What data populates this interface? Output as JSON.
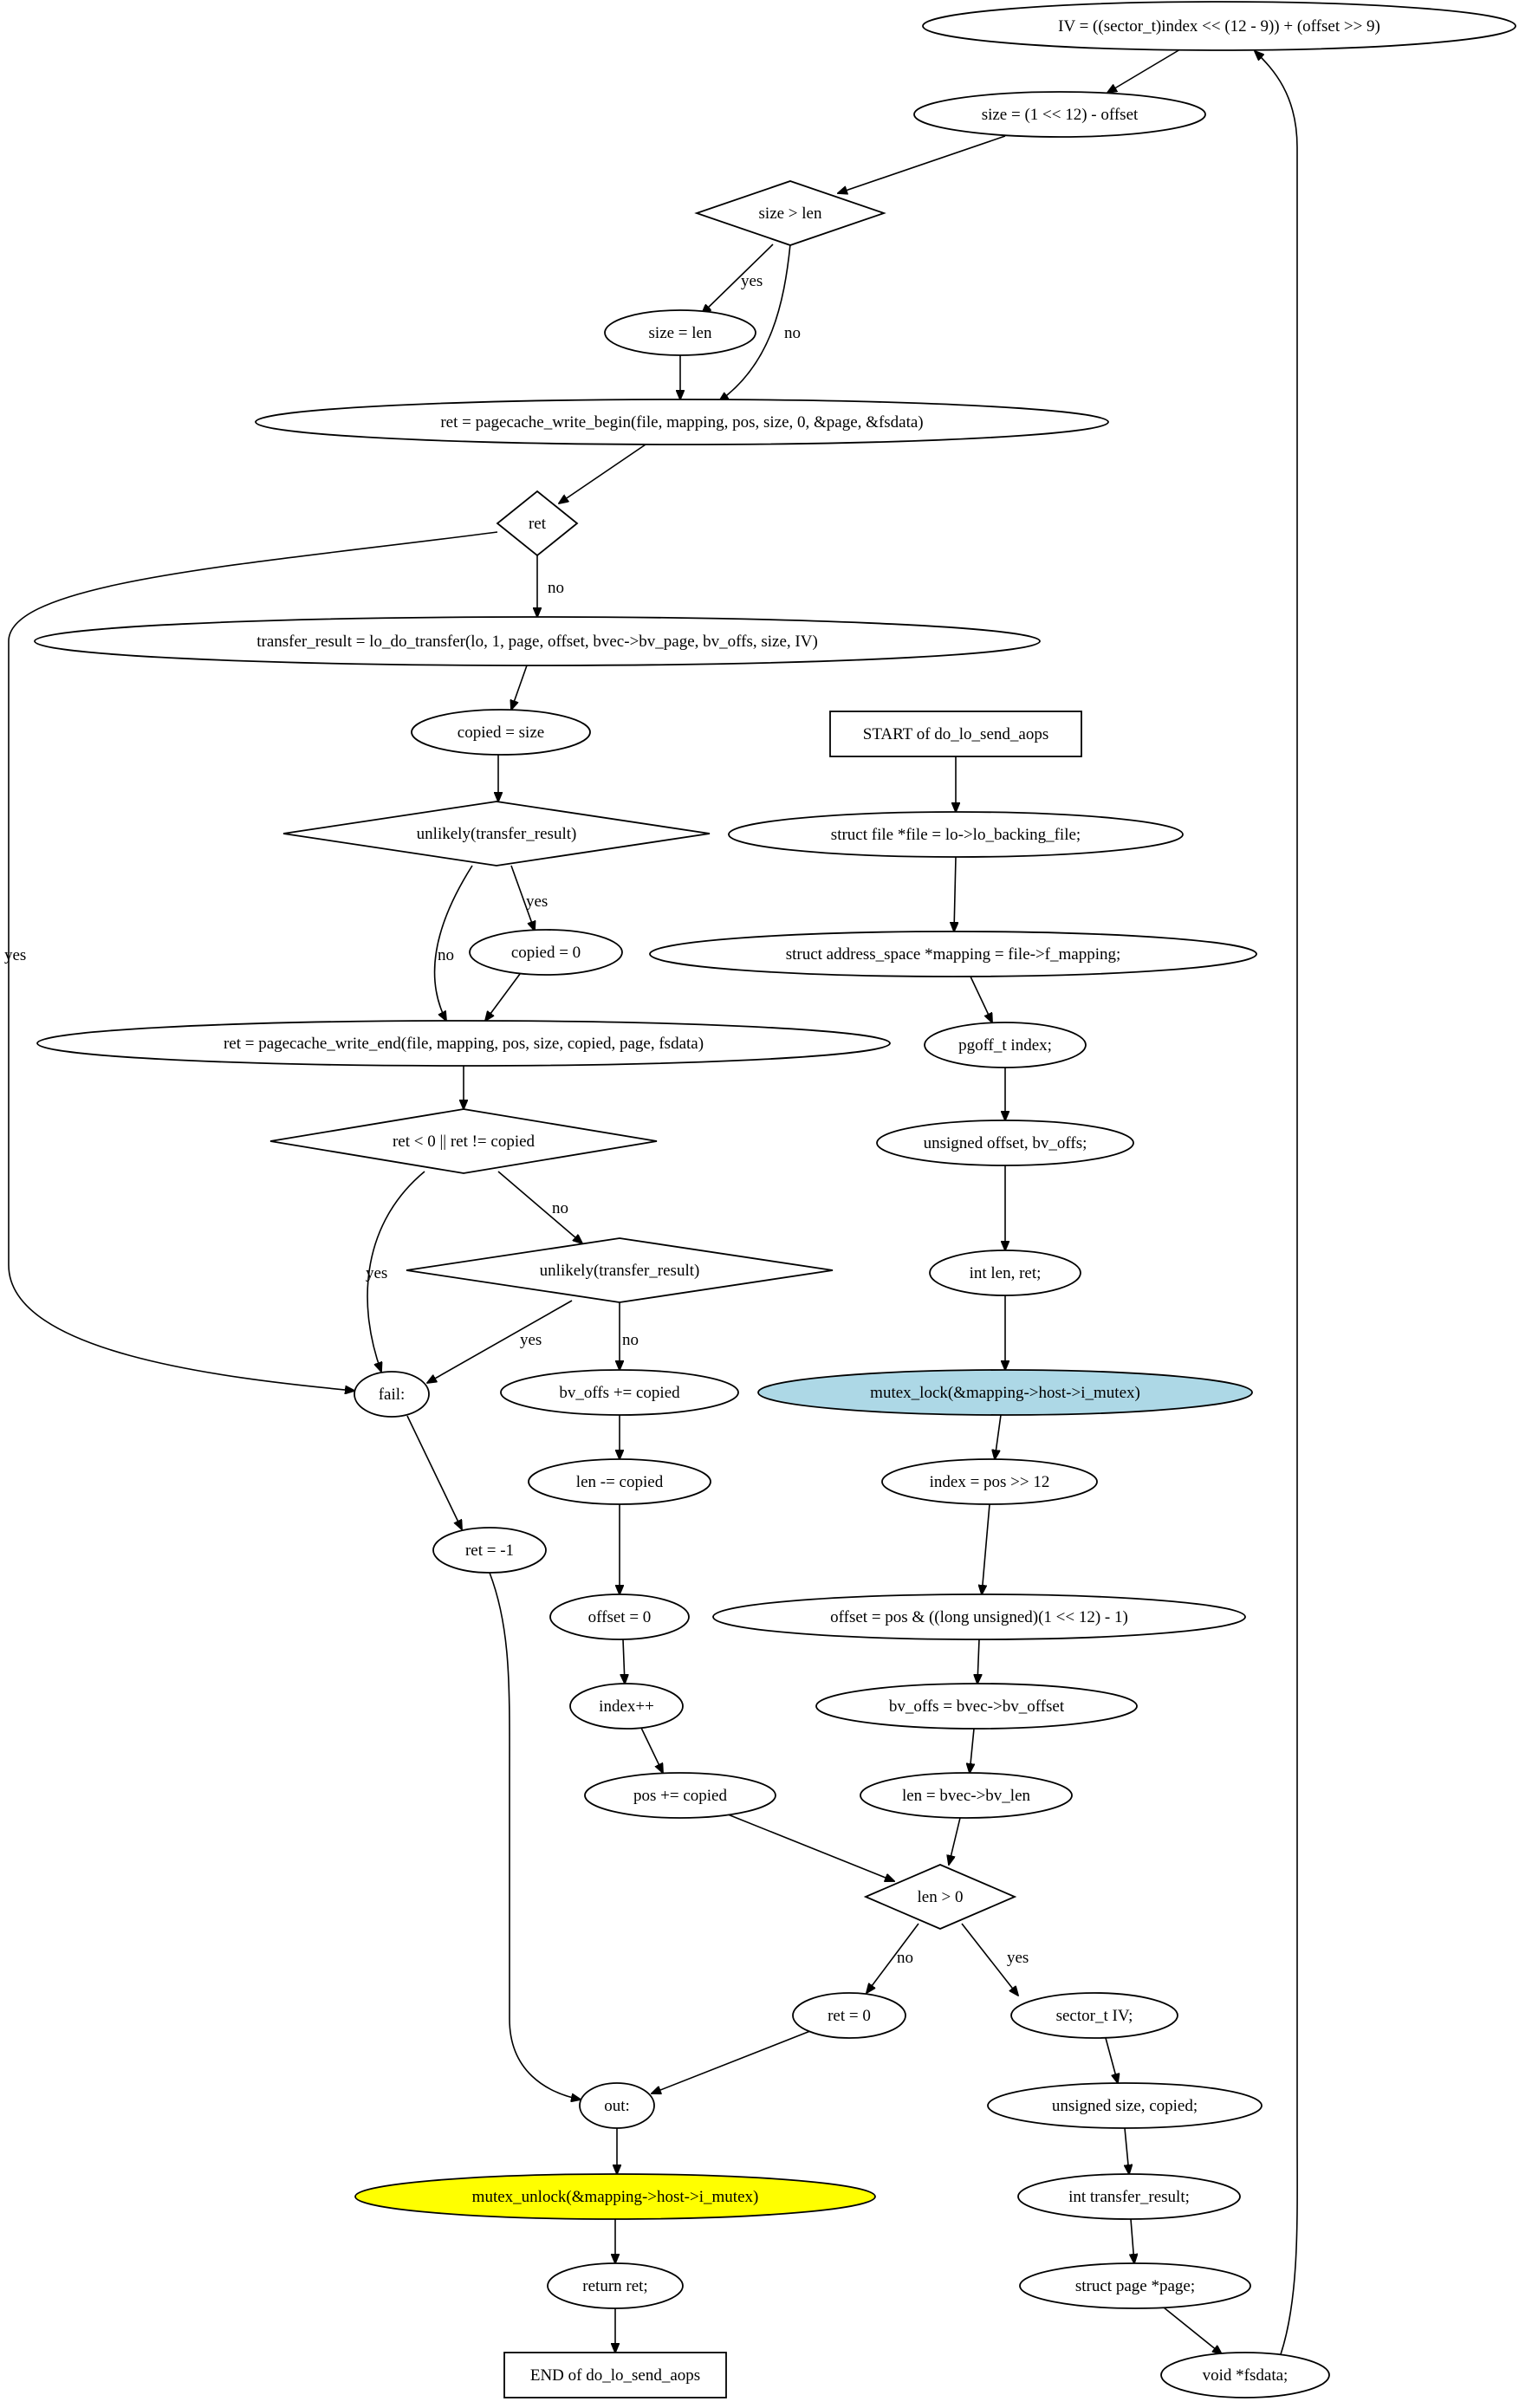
{
  "diagram": {
    "nodes": [
      {
        "id": "iv_assign",
        "label": "IV = ((sector_t)index << (12 - 9)) + (offset >> 9)",
        "shape": "ellipse"
      },
      {
        "id": "size_assign",
        "label": "size = (1 << 12) - offset",
        "shape": "ellipse"
      },
      {
        "id": "size_gt_len",
        "label": "size > len",
        "shape": "diamond"
      },
      {
        "id": "size_eq_len",
        "label": "size = len",
        "shape": "ellipse"
      },
      {
        "id": "write_begin",
        "label": "ret = pagecache_write_begin(file, mapping, pos, size, 0, &page, &fsdata)",
        "shape": "ellipse"
      },
      {
        "id": "ret_check",
        "label": "ret",
        "shape": "diamond"
      },
      {
        "id": "transfer",
        "label": "transfer_result = lo_do_transfer(lo, 1, page, offset, bvec->bv_page, bv_offs, size, IV)",
        "shape": "ellipse"
      },
      {
        "id": "copied_size",
        "label": "copied = size",
        "shape": "ellipse"
      },
      {
        "id": "unlikely1",
        "label": "unlikely(transfer_result)",
        "shape": "diamond"
      },
      {
        "id": "copied_zero",
        "label": "copied = 0",
        "shape": "ellipse"
      },
      {
        "id": "write_end",
        "label": "ret = pagecache_write_end(file, mapping, pos, size, copied, page, fsdata)",
        "shape": "ellipse"
      },
      {
        "id": "ret_lt0",
        "label": "ret < 0 || ret != copied",
        "shape": "diamond"
      },
      {
        "id": "unlikely2",
        "label": "unlikely(transfer_result)",
        "shape": "diamond"
      },
      {
        "id": "fail",
        "label": "fail:",
        "shape": "ellipse"
      },
      {
        "id": "ret_neg1",
        "label": "ret = -1",
        "shape": "ellipse"
      },
      {
        "id": "bv_offs_inc",
        "label": "bv_offs += copied",
        "shape": "ellipse"
      },
      {
        "id": "len_dec",
        "label": "len -= copied",
        "shape": "ellipse"
      },
      {
        "id": "offset_zero",
        "label": "offset = 0",
        "shape": "ellipse"
      },
      {
        "id": "index_inc",
        "label": "index++",
        "shape": "ellipse"
      },
      {
        "id": "pos_inc",
        "label": "pos += copied",
        "shape": "ellipse"
      },
      {
        "id": "start",
        "label": "START of do_lo_send_aops",
        "shape": "box"
      },
      {
        "id": "decl_file",
        "label": "struct file *file = lo->lo_backing_file;",
        "shape": "ellipse"
      },
      {
        "id": "decl_mapping",
        "label": "struct address_space *mapping = file->f_mapping;",
        "shape": "ellipse"
      },
      {
        "id": "decl_index",
        "label": "pgoff_t index;",
        "shape": "ellipse"
      },
      {
        "id": "decl_offset",
        "label": "unsigned offset, bv_offs;",
        "shape": "ellipse"
      },
      {
        "id": "decl_len",
        "label": "int len, ret;",
        "shape": "ellipse"
      },
      {
        "id": "mutex_lock",
        "label": "mutex_lock(&mapping->host->i_mutex)",
        "shape": "ellipse",
        "fill": "#add8e6"
      },
      {
        "id": "index_assign",
        "label": "index = pos >> 12",
        "shape": "ellipse"
      },
      {
        "id": "offset_assign",
        "label": "offset = pos & ((long unsigned)(1 << 12) - 1)",
        "shape": "ellipse"
      },
      {
        "id": "bv_offs_assign",
        "label": "bv_offs = bvec->bv_offset",
        "shape": "ellipse"
      },
      {
        "id": "len_assign",
        "label": "len = bvec->bv_len",
        "shape": "ellipse"
      },
      {
        "id": "len_gt0",
        "label": "len > 0",
        "shape": "diamond"
      },
      {
        "id": "ret_zero",
        "label": "ret = 0",
        "shape": "ellipse"
      },
      {
        "id": "decl_iv",
        "label": "sector_t IV;",
        "shape": "ellipse"
      },
      {
        "id": "decl_size",
        "label": "unsigned size, copied;",
        "shape": "ellipse"
      },
      {
        "id": "decl_transfer",
        "label": "int transfer_result;",
        "shape": "ellipse"
      },
      {
        "id": "decl_page",
        "label": "struct page *page;",
        "shape": "ellipse"
      },
      {
        "id": "decl_fsdata",
        "label": "void *fsdata;",
        "shape": "ellipse"
      },
      {
        "id": "out",
        "label": "out:",
        "shape": "ellipse"
      },
      {
        "id": "mutex_unlock",
        "label": "mutex_unlock(&mapping->host->i_mutex)",
        "shape": "ellipse",
        "fill": "#ffff00"
      },
      {
        "id": "return_ret",
        "label": "return ret;",
        "shape": "ellipse"
      },
      {
        "id": "end",
        "label": "END of do_lo_send_aops",
        "shape": "box"
      }
    ],
    "edges": [
      {
        "id": "e1",
        "from": "iv_assign",
        "to": "size_assign",
        "label": ""
      },
      {
        "id": "e2",
        "from": "size_assign",
        "to": "size_gt_len",
        "label": ""
      },
      {
        "id": "e3",
        "from": "size_gt_len",
        "to": "size_eq_len",
        "label": "yes"
      },
      {
        "id": "e4",
        "from": "size_gt_len",
        "to": "write_begin",
        "label": "no"
      },
      {
        "id": "e5",
        "from": "size_eq_len",
        "to": "write_begin",
        "label": ""
      },
      {
        "id": "e6",
        "from": "write_begin",
        "to": "ret_check",
        "label": ""
      },
      {
        "id": "e7",
        "from": "ret_check",
        "to": "transfer",
        "label": "no"
      },
      {
        "id": "e8",
        "from": "ret_check",
        "to": "fail",
        "label": "yes"
      },
      {
        "id": "e9",
        "from": "transfer",
        "to": "copied_size",
        "label": ""
      },
      {
        "id": "e10",
        "from": "copied_size",
        "to": "unlikely1",
        "label": ""
      },
      {
        "id": "e11",
        "from": "unlikely1",
        "to": "copied_zero",
        "label": "yes"
      },
      {
        "id": "e12",
        "from": "unlikely1",
        "to": "write_end",
        "label": "no"
      },
      {
        "id": "e13",
        "from": "copied_zero",
        "to": "write_end",
        "label": ""
      },
      {
        "id": "e14",
        "from": "write_end",
        "to": "ret_lt0",
        "label": ""
      },
      {
        "id": "e15",
        "from": "ret_lt0",
        "to": "fail",
        "label": "yes"
      },
      {
        "id": "e16",
        "from": "ret_lt0",
        "to": "unlikely2",
        "label": "no"
      },
      {
        "id": "e17",
        "from": "unlikely2",
        "to": "fail",
        "label": "yes"
      },
      {
        "id": "e18",
        "from": "unlikely2",
        "to": "bv_offs_inc",
        "label": "no"
      },
      {
        "id": "e19",
        "from": "fail",
        "to": "ret_neg1",
        "label": ""
      },
      {
        "id": "e20",
        "from": "ret_neg1",
        "to": "out",
        "label": ""
      },
      {
        "id": "e21",
        "from": "bv_offs_inc",
        "to": "len_dec",
        "label": ""
      },
      {
        "id": "e22",
        "from": "len_dec",
        "to": "offset_zero",
        "label": ""
      },
      {
        "id": "e23",
        "from": "offset_zero",
        "to": "index_inc",
        "label": ""
      },
      {
        "id": "e24",
        "from": "index_inc",
        "to": "pos_inc",
        "label": ""
      },
      {
        "id": "e25",
        "from": "pos_inc",
        "to": "len_gt0",
        "label": ""
      },
      {
        "id": "e26",
        "from": "start",
        "to": "decl_file",
        "label": ""
      },
      {
        "id": "e27",
        "from": "decl_file",
        "to": "decl_mapping",
        "label": ""
      },
      {
        "id": "e28",
        "from": "decl_mapping",
        "to": "decl_index",
        "label": ""
      },
      {
        "id": "e29",
        "from": "decl_index",
        "to": "decl_offset",
        "label": ""
      },
      {
        "id": "e30",
        "from": "decl_offset",
        "to": "decl_len",
        "label": ""
      },
      {
        "id": "e31",
        "from": "decl_len",
        "to": "mutex_lock",
        "label": ""
      },
      {
        "id": "e32",
        "from": "mutex_lock",
        "to": "index_assign",
        "label": ""
      },
      {
        "id": "e33",
        "from": "index_assign",
        "to": "offset_assign",
        "label": ""
      },
      {
        "id": "e34",
        "from": "offset_assign",
        "to": "bv_offs_assign",
        "label": ""
      },
      {
        "id": "e35",
        "from": "bv_offs_assign",
        "to": "len_assign",
        "label": ""
      },
      {
        "id": "e36",
        "from": "len_assign",
        "to": "len_gt0",
        "label": ""
      },
      {
        "id": "e37",
        "from": "len_gt0",
        "to": "ret_zero",
        "label": "no"
      },
      {
        "id": "e38",
        "from": "len_gt0",
        "to": "decl_iv",
        "label": "yes"
      },
      {
        "id": "e39",
        "from": "ret_zero",
        "to": "out",
        "label": ""
      },
      {
        "id": "e40",
        "from": "decl_iv",
        "to": "decl_size",
        "label": ""
      },
      {
        "id": "e41",
        "from": "decl_size",
        "to": "decl_transfer",
        "label": ""
      },
      {
        "id": "e42",
        "from": "decl_transfer",
        "to": "decl_page",
        "label": ""
      },
      {
        "id": "e43",
        "from": "decl_page",
        "to": "decl_fsdata",
        "label": ""
      },
      {
        "id": "e44",
        "from": "decl_fsdata",
        "to": "iv_assign",
        "label": ""
      },
      {
        "id": "e45",
        "from": "out",
        "to": "mutex_unlock",
        "label": ""
      },
      {
        "id": "e46",
        "from": "mutex_unlock",
        "to": "return_ret",
        "label": ""
      },
      {
        "id": "e47",
        "from": "return_ret",
        "to": "end",
        "label": ""
      }
    ]
  }
}
